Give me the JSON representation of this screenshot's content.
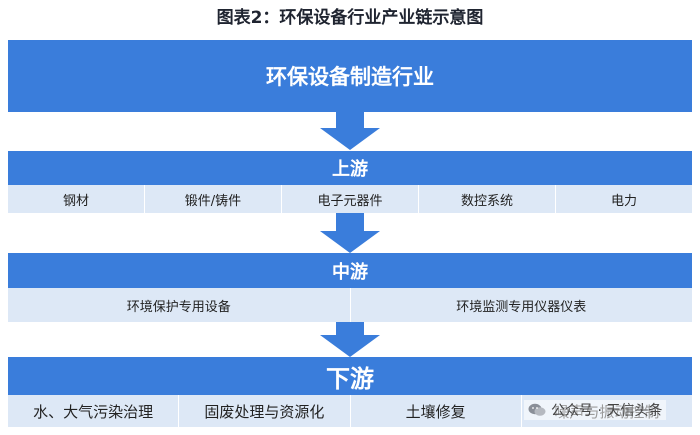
{
  "title": "图表2：环保设备行业产业链示意图",
  "manufacturing": {
    "label": "环保设备制造行业"
  },
  "upstream": {
    "label": "上游",
    "items": [
      "钢材",
      "锻件/铸件",
      "电子元器件",
      "数控系统",
      "电力"
    ]
  },
  "midstream": {
    "label": "中游",
    "items": [
      "环境保护专用设备",
      "环境监测专用仪器仪表"
    ]
  },
  "downstream": {
    "label": "下游",
    "items": [
      "水、大气污染治理",
      "固废处理与资源化",
      "土壤修复",
      "噪声与振动控制"
    ]
  },
  "watermark": {
    "text": "公众号 · 天信头条",
    "icon": "wechat-icon"
  },
  "colors": {
    "accent": "#3a7ddb",
    "row_bg": "#dde8f6"
  }
}
